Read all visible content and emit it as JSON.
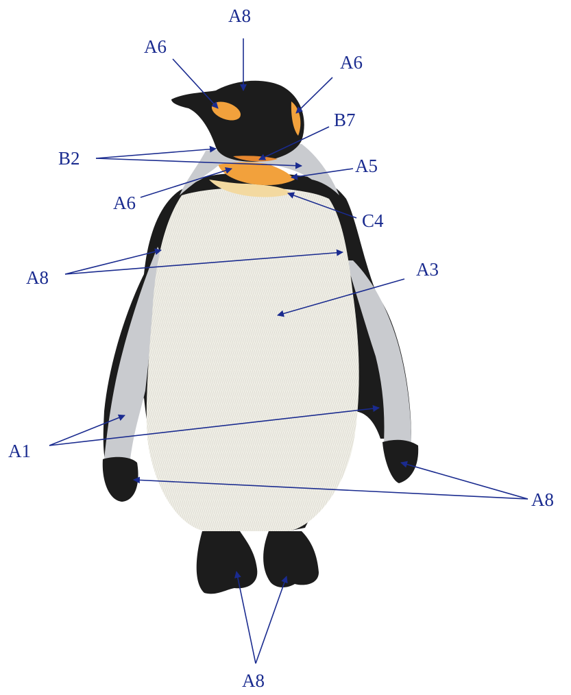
{
  "colors": {
    "label_ink": "#1a2b8f",
    "black_thread": "#1c1c1c",
    "white_thread": "#efeee6",
    "grey_thread": "#c9cbcf",
    "orange_thread": "#f2a13c",
    "cream_thread": "#f3d9a0",
    "dark_orange_thread": "#e6872f"
  },
  "labels": {
    "head_top": "A8",
    "head_patch_left": "A6",
    "head_patch_right": "A6",
    "beak_throat": "B7",
    "neck_grey": "B2",
    "collar_right": "A5",
    "collar_left": "A6",
    "collar_cream": "C4",
    "back_edges": "A8",
    "belly": "A3",
    "flipper_grey": "A1",
    "flipper_tips": "A8",
    "feet": "A8"
  }
}
